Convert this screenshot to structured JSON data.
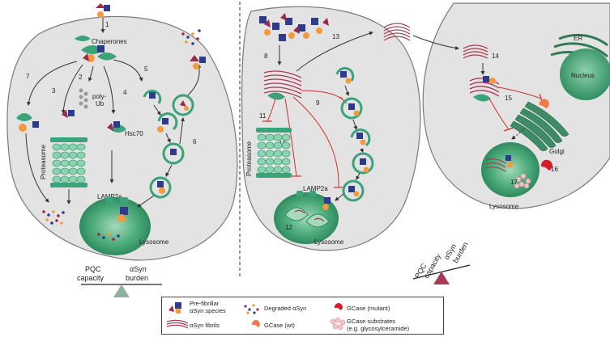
{
  "colors": {
    "cell_fill": "#e3e3e3",
    "cell_stroke": "#7a7a7a",
    "chaperone": "#3aa37a",
    "pale_green": "#6fc59a",
    "navy": "#2e3a8c",
    "maroon": "#9b2a4a",
    "orange": "#f39a3c",
    "gcase_mutant": "#d21f2b",
    "gcase_wt": "#f07a4a",
    "fibril": "#a83a54",
    "inhibit_red": "#d0312d",
    "balance_left": "#8fb39a",
    "balance_right": "#a83a54"
  },
  "labels": {
    "chaperones": "Chaperones",
    "poly_ub_1": "poly-",
    "poly_ub_2": "Ub",
    "hsc70": "Hsc70",
    "lamp2a_left": "LAMP2a",
    "lamp2a_mid": "LAMP2a",
    "proteasome_left": "Proteasome",
    "proteasome_mid": "Proteasome",
    "lysosome_left": "Lysosome",
    "lysosome_mid": "Lysosome",
    "lysosome_right": "Lysosome",
    "er": "ER",
    "nucleus": "Nucleus",
    "golgi": "Golgi"
  },
  "steps": [
    "1",
    "2",
    "3",
    "4",
    "5",
    "6",
    "7",
    "8",
    "9",
    "10",
    "11",
    "12",
    "13",
    "14",
    "15",
    "16",
    "17"
  ],
  "balance": {
    "left_1": "PQC",
    "left_2": "capacity",
    "left_3": "αSyn",
    "left_4": "burden",
    "right_1": "PQC",
    "right_2": "capacity",
    "right_3": "αSyn",
    "right_4": "burden"
  },
  "legend": {
    "prefibrillar_1": "Pre-fibrillar",
    "prefibrillar_2": "αSyn species",
    "fibrils": "αSyn fibrils",
    "degraded": "Degraded αSyn",
    "gcase_wt": "GCase (wt)",
    "gcase_mutant": "GCase (mutant)",
    "substrates_1": "GCase substrates",
    "substrates_2": "(e.g. glycosylceramide)"
  }
}
